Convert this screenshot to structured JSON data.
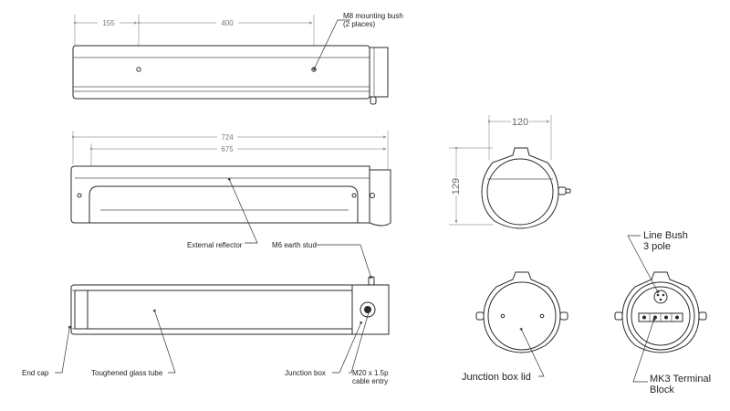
{
  "dimensions": {
    "top_left": "155",
    "top_right": "400",
    "overall": "724",
    "inner": "675",
    "width": "120",
    "height": "129"
  },
  "labels": {
    "mounting_bush_line1": "M8 mounting bush",
    "mounting_bush_line2": "(2 places)",
    "external_reflector": "External reflector",
    "earth_stud": "M6 earth stud",
    "end_cap": "End cap",
    "glass_tube": "Toughened glass tube",
    "junction_box": "Junction box",
    "cable_entry_line1": "M20 x 1.5p",
    "cable_entry_line2": "cable entry",
    "junction_box_lid": "Junction box lid",
    "line_bush_line1": "Line Bush",
    "line_bush_line2": "3 pole",
    "terminal_block_line1": "MK3 Terminal",
    "terminal_block_line2": "Block"
  }
}
